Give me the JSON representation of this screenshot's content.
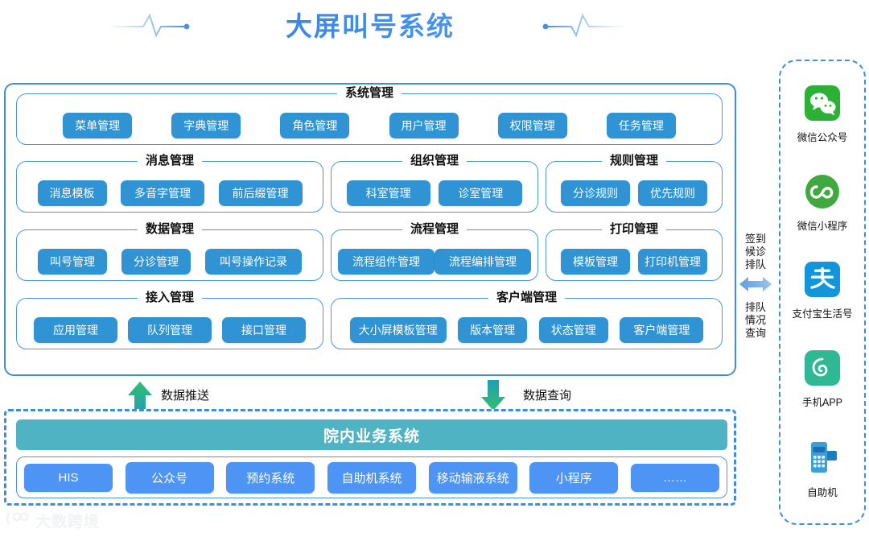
{
  "header": {
    "title": "大屏叫号系统",
    "decor_left": "ecg-line-icon",
    "decor_right": "ecg-line-icon"
  },
  "main_panel": {
    "groups": [
      {
        "id": "system-management",
        "title": "系统管理",
        "items": [
          "菜单管理",
          "字典管理",
          "角色管理",
          "用户管理",
          "权限管理",
          "任务管理"
        ]
      },
      {
        "id": "message-management",
        "title": "消息管理",
        "items": [
          "消息模板",
          "多音字管理",
          "前后缀管理"
        ]
      },
      {
        "id": "organization-management",
        "title": "组织管理",
        "items": [
          "科室管理",
          "诊室管理"
        ]
      },
      {
        "id": "rule-management",
        "title": "规则管理",
        "items": [
          "分诊规则",
          "优先规则"
        ]
      },
      {
        "id": "data-management",
        "title": "数据管理",
        "items": [
          "叫号管理",
          "分诊管理",
          "叫号操作记录"
        ]
      },
      {
        "id": "process-management",
        "title": "流程管理",
        "items": [
          "流程组件管理",
          "流程编排管理"
        ]
      },
      {
        "id": "print-management",
        "title": "打印管理",
        "items": [
          "模板管理",
          "打印机管理"
        ]
      },
      {
        "id": "access-management",
        "title": "接入管理",
        "items": [
          "应用管理",
          "队列管理",
          "接口管理"
        ]
      },
      {
        "id": "client-management",
        "title": "客户端管理",
        "items": [
          "大小屏模板管理",
          "版本管理",
          "状态管理",
          "客户端管理"
        ]
      }
    ]
  },
  "flows": {
    "push_label": "数据推送",
    "query_label": "数据查询",
    "push_icon": "arrow-up-icon",
    "query_icon": "arrow-down-icon"
  },
  "connector": {
    "top_lines": [
      "签到",
      "候诊",
      "排队"
    ],
    "bottom_lines": [
      "排队",
      "情况",
      "查询"
    ],
    "icon": "double-arrow-icon"
  },
  "bottom_panel": {
    "banner": "院内业务系统",
    "items": [
      "HIS",
      "公众号",
      "预约系统",
      "自助机系统",
      "移动输液系统",
      "小程序",
      "……"
    ]
  },
  "channels": [
    {
      "id": "wechat-official",
      "label": "微信公众号",
      "icon": "wechat-icon",
      "color": "#2bb134"
    },
    {
      "id": "wechat-miniprogram",
      "label": "微信小程序",
      "icon": "wechat-miniprogram-icon",
      "color": "#3fa93f"
    },
    {
      "id": "alipay-life",
      "label": "支付宝生活号",
      "icon": "alipay-icon",
      "color": "#1296db"
    },
    {
      "id": "mobile-app",
      "label": "手机APP",
      "icon": "mobile-app-icon",
      "color": "#2fb894"
    },
    {
      "id": "self-service-kiosk",
      "label": "自助机",
      "icon": "kiosk-icon",
      "color": "#1a7fc1"
    }
  ],
  "watermark": {
    "text": "大数跨境",
    "icon": "brand-logo-icon"
  },
  "colors": {
    "accent_blue": "#3f8edc",
    "button_blue": "#2f93d4",
    "button_light_blue": "#4d94f5",
    "banner_teal": "#4fb3c4",
    "arrow_green": "#2fb07a"
  }
}
